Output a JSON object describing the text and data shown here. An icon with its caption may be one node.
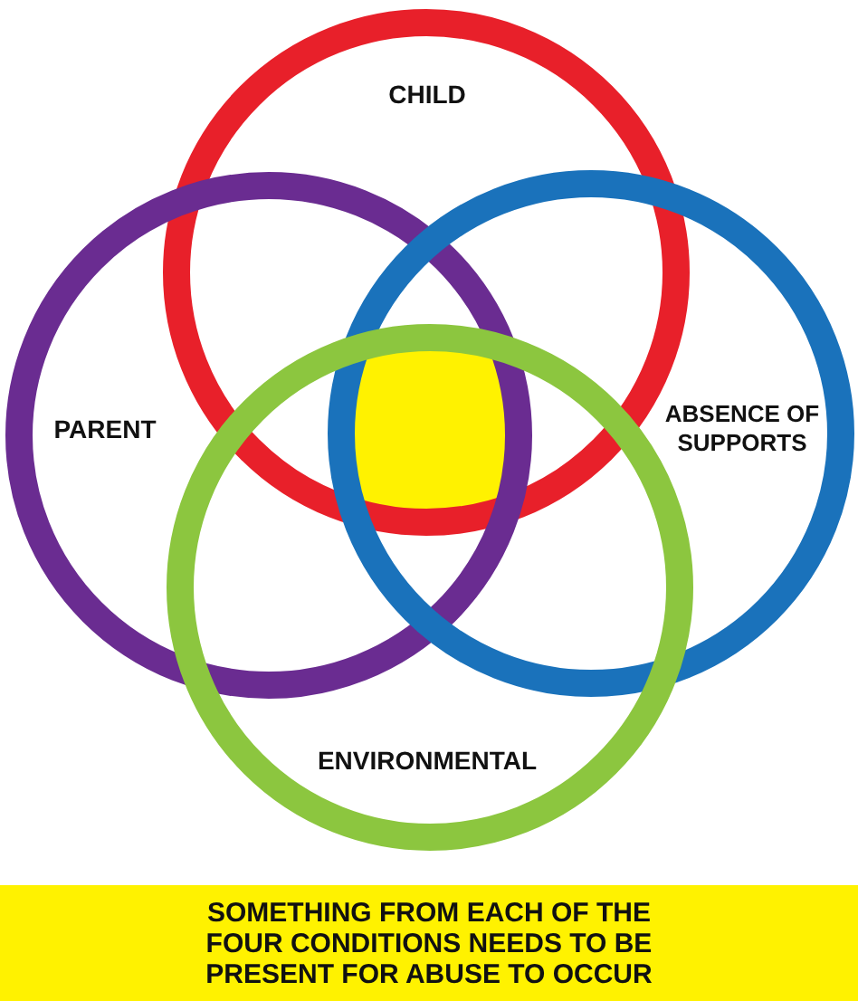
{
  "diagram": {
    "nodes": [
      {
        "text": [
          "CHILD"
        ]
      },
      {
        "text": [
          "PARENT"
        ]
      },
      {
        "text": [
          "ABSENCE OF SUPPORTS"
        ]
      },
      {
        "text": [
          "ENVIRONMENTAL"
        ]
      },
      {
        "text": [
          "SOMETHING FROM EACH OF THE FOUR CONDITIONS NEEDS TO BE PRESENT FOR ABUSE TO OCCUR"
        ]
      },
      {
        "text": [],
        "shape": "box"
      }
    ],
    "edges": []
  }
}
